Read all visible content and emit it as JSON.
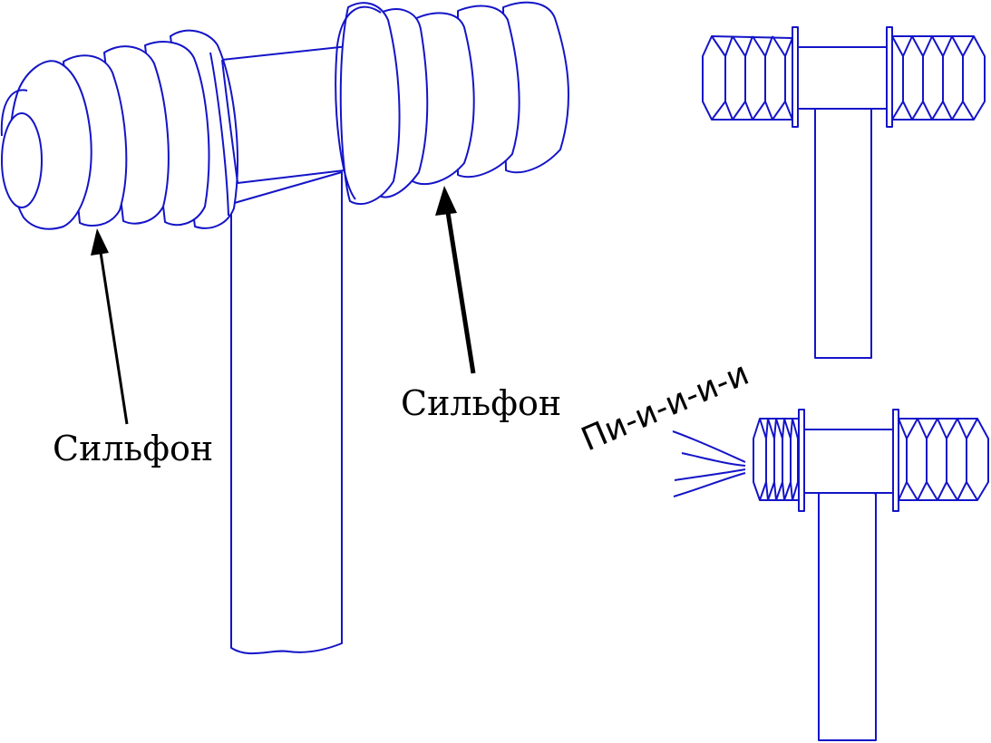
{
  "figure": {
    "title": "",
    "labels": {
      "left_bellows": "Сильфон",
      "right_bellows": "Сильфон",
      "sound": "Пи-и-и-и-и"
    },
    "colors": {
      "line": "#1414c8",
      "text": "#000000",
      "background": "#ffffff"
    }
  }
}
